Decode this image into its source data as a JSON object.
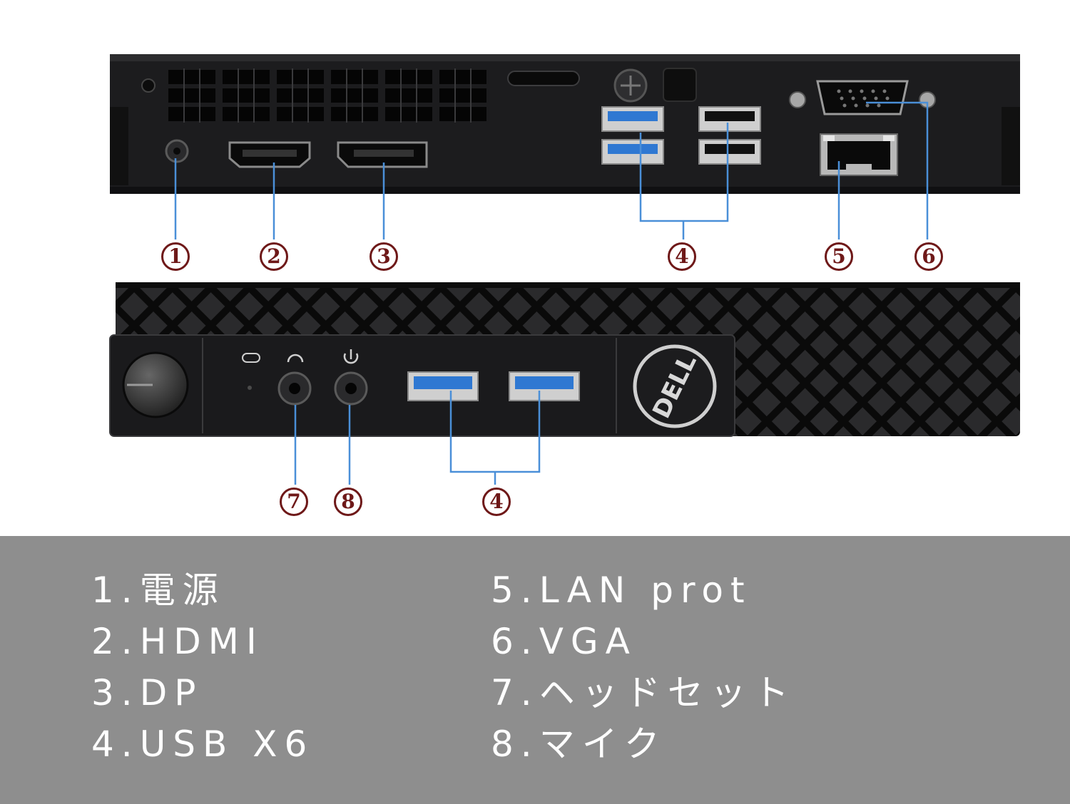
{
  "callouts": {
    "rear": [
      "1",
      "2",
      "3",
      "4",
      "5",
      "6"
    ],
    "front": [
      "7",
      "8",
      "4"
    ]
  },
  "brand_logo": "DELL",
  "legend": {
    "left": [
      "1.電源",
      "2.HDMI",
      "3.DP",
      "4.USB X6"
    ],
    "right": [
      "5.LAN prot",
      "6.VGA",
      "7.ヘッドセット",
      "8.マイク"
    ]
  },
  "colors": {
    "chassis": "#1c1c1e",
    "usb3_blue": "#2f78d2",
    "callout_line": "#4a8fd8",
    "badge": "#6e1818",
    "legend_bg": "#8e8e8e",
    "legend_text": "#ffffff"
  },
  "icons": [
    "power-jack",
    "hdmi-port",
    "displayport",
    "usb3-port",
    "usb2-port",
    "rj45-port",
    "vga-port",
    "headset-jack",
    "mic-jack",
    "power-button",
    "dell-logo"
  ]
}
